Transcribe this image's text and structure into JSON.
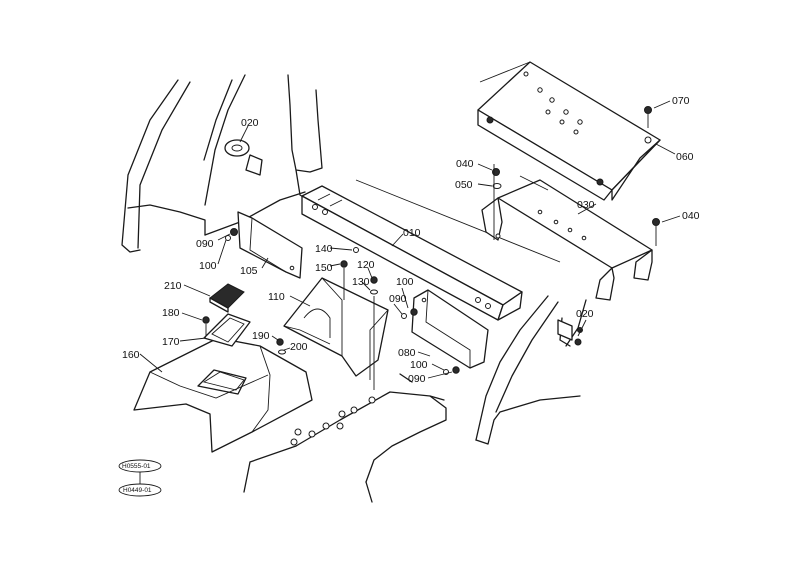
{
  "part_labels": {
    "p010": "010",
    "p020a": "020",
    "p020b": "020",
    "p030": "030",
    "p040a": "040",
    "p040b": "040",
    "p050": "050",
    "p060": "060",
    "p070": "070",
    "p080": "080",
    "p090a": "090",
    "p090b": "090",
    "p090c": "090",
    "p100a": "100",
    "p100b": "100",
    "p100c": "100",
    "p105": "105",
    "p110": "110",
    "p120": "120",
    "p130": "130",
    "p140": "140",
    "p150": "150",
    "p160": "160",
    "p170": "170",
    "p180": "180",
    "p190": "190",
    "p200": "200",
    "p210": "210"
  },
  "reference_codes": {
    "ref1": "H0555-01",
    "ref2": "H0449-01"
  }
}
